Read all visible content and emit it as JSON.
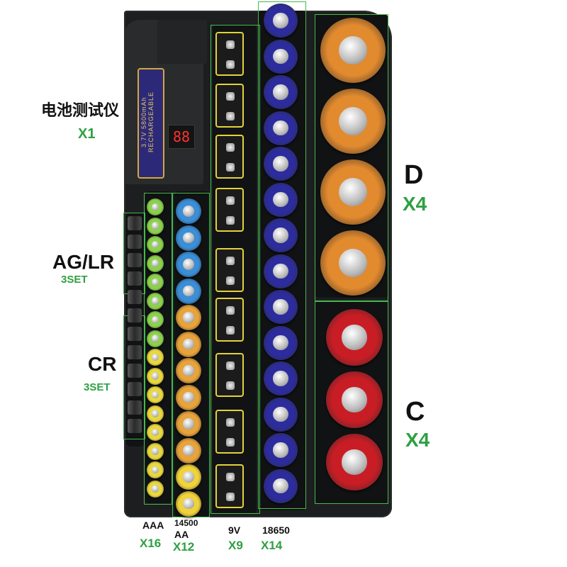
{
  "labels": {
    "tester": {
      "name": "电池测试仪",
      "count": "X1"
    },
    "ag_lr": {
      "name": "AG/LR",
      "count": "3SET"
    },
    "cr": {
      "name": "CR",
      "count": "3SET"
    },
    "d": {
      "name": "D",
      "count": "X4"
    },
    "c": {
      "name": "C",
      "count": "X4"
    },
    "aaa": {
      "name": "AAA",
      "count": "X16"
    },
    "aa": {
      "name_line1": "14500",
      "name_line2": "AA",
      "count": "X12"
    },
    "nine_v": {
      "name": "9V",
      "count": "X9"
    },
    "l18650": {
      "name": "18650",
      "count": "X14"
    }
  },
  "tester_battery_text": "3.7V 5800mAh RECHARGEABLE",
  "tester_display": "88",
  "colors": {
    "case": "#1d1e1f",
    "frame_green": "#45b94e",
    "label_green": "#2ea043",
    "aaa_green": "#8bd24a",
    "aaa_yellow": "#e9d83c",
    "aa_blue": "#3b8ed8",
    "aa_orange": "#e8a33a",
    "aa_yellow": "#f0d23a",
    "l18650_blue": "#2c2c9e",
    "d_orange": "#e28a2e",
    "c_red": "#c91d25",
    "nine_v_frame": "#e3d23a"
  }
}
